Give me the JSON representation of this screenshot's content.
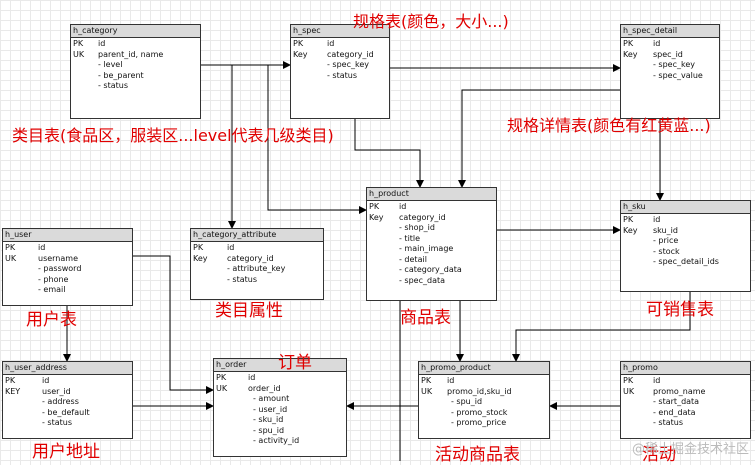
{
  "tables": [
    {
      "id": "h_category",
      "title": "h_category",
      "keys": [
        [
          "PK",
          "id"
        ],
        [
          "UK",
          "parent_id, name"
        ]
      ],
      "fields": [
        "- level",
        "- be_parent",
        "- status"
      ]
    },
    {
      "id": "h_spec",
      "title": "h_spec",
      "keys": [
        [
          "PK",
          "id"
        ],
        [
          "Key",
          "category_id"
        ]
      ],
      "fields": [
        "- spec_key",
        "- status"
      ]
    },
    {
      "id": "h_spec_detail",
      "title": "h_spec_detail",
      "keys": [
        [
          "PK",
          "id"
        ],
        [
          "Key",
          "spec_id"
        ]
      ],
      "fields": [
        "- spec_key",
        "- spec_value"
      ]
    },
    {
      "id": "h_product",
      "title": "h_product",
      "keys": [
        [
          "PK",
          "id"
        ],
        [
          "Key",
          "category_id"
        ]
      ],
      "fields": [
        "- shop_id",
        "- title",
        "- main_image",
        "- detail",
        "- category_data",
        "- spec_data"
      ]
    },
    {
      "id": "h_category_attribute",
      "title": "h_category_attribute",
      "keys": [
        [
          "PK",
          "id"
        ],
        [
          "Key",
          "category_id"
        ]
      ],
      "fields": [
        "- attribute_key",
        "- status"
      ]
    },
    {
      "id": "h_user",
      "title": "h_user",
      "keys": [
        [
          "PK",
          "id"
        ],
        [
          "UK",
          "username"
        ]
      ],
      "fields": [
        "- password",
        "- phone",
        "- email"
      ]
    },
    {
      "id": "h_sku",
      "title": "h_sku",
      "keys": [
        [
          "PK",
          "id"
        ],
        [
          "Key",
          "sku_id"
        ]
      ],
      "fields": [
        "- price",
        "- stock",
        "- spec_detail_ids"
      ]
    },
    {
      "id": "h_user_address",
      "title": "h_user_address",
      "keys": [
        [
          "PK",
          "id"
        ],
        [
          "KEY",
          "user_id"
        ]
      ],
      "fields": [
        "- address",
        "- be_default",
        "- status"
      ]
    },
    {
      "id": "h_order",
      "title": "h_order",
      "keys": [
        [
          "PK",
          "id"
        ],
        [
          "UK",
          "order_id"
        ]
      ],
      "fields": [
        "- amount",
        "- user_id",
        "- sku_id",
        "- spu_id",
        "- activity_id"
      ]
    },
    {
      "id": "h_promo_product",
      "title": "h_promo_product",
      "keys": [
        [
          "PK",
          "id"
        ],
        [
          "UK",
          "promo_id,sku_id"
        ]
      ],
      "fields": [
        "- spu_id",
        "- promo_stock",
        "- promo_price"
      ]
    },
    {
      "id": "h_promo",
      "title": "h_promo",
      "keys": [
        [
          "PK",
          "id"
        ],
        [
          "UK",
          "promo_name"
        ]
      ],
      "fields": [
        "- start_data",
        "- end_data",
        "- status"
      ]
    }
  ],
  "annotations": [
    {
      "id": "spec",
      "text": "规格表(颜色，大小...)"
    },
    {
      "id": "category",
      "text": "类目表(食品区，服装区...level代表几级类目)"
    },
    {
      "id": "spec_detail",
      "text": "规格详情表(颜色有红黄蓝...)"
    },
    {
      "id": "user",
      "text": "用户表"
    },
    {
      "id": "category_attribute",
      "text": "类目属性"
    },
    {
      "id": "product",
      "text": "商品表"
    },
    {
      "id": "sku",
      "text": "可销售表"
    },
    {
      "id": "order",
      "text": "订单"
    },
    {
      "id": "user_address",
      "text": "用户地址"
    },
    {
      "id": "promo_product",
      "text": "活动商品表"
    },
    {
      "id": "promo",
      "text": "活动"
    }
  ],
  "watermark": "@稀土掘金技术社区"
}
